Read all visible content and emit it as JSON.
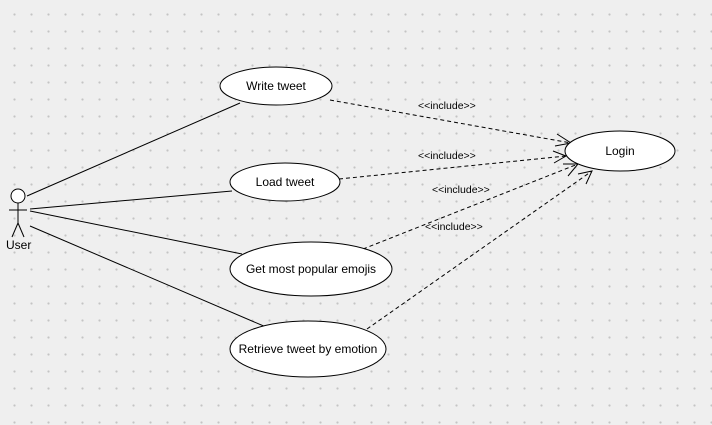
{
  "diagram": {
    "actor": {
      "label": "User"
    },
    "use_cases": [
      {
        "id": "write",
        "label": "Write tweet"
      },
      {
        "id": "load",
        "label": "Load tweet"
      },
      {
        "id": "emojis",
        "label": "Get most popular emojis"
      },
      {
        "id": "retrieve",
        "label": "Retrieve tweet by emotion"
      },
      {
        "id": "login",
        "label": "Login"
      }
    ],
    "associations": [
      {
        "from": "User",
        "to": "write"
      },
      {
        "from": "User",
        "to": "load"
      },
      {
        "from": "User",
        "to": "emojis"
      },
      {
        "from": "User",
        "to": "retrieve"
      }
    ],
    "includes": [
      {
        "from": "write",
        "to": "login",
        "label": "<<include>>"
      },
      {
        "from": "load",
        "to": "login",
        "label": "<<include>>"
      },
      {
        "from": "emojis",
        "to": "login",
        "label": "<<include>>"
      },
      {
        "from": "retrieve",
        "to": "login",
        "label": "<<include>>"
      }
    ]
  }
}
